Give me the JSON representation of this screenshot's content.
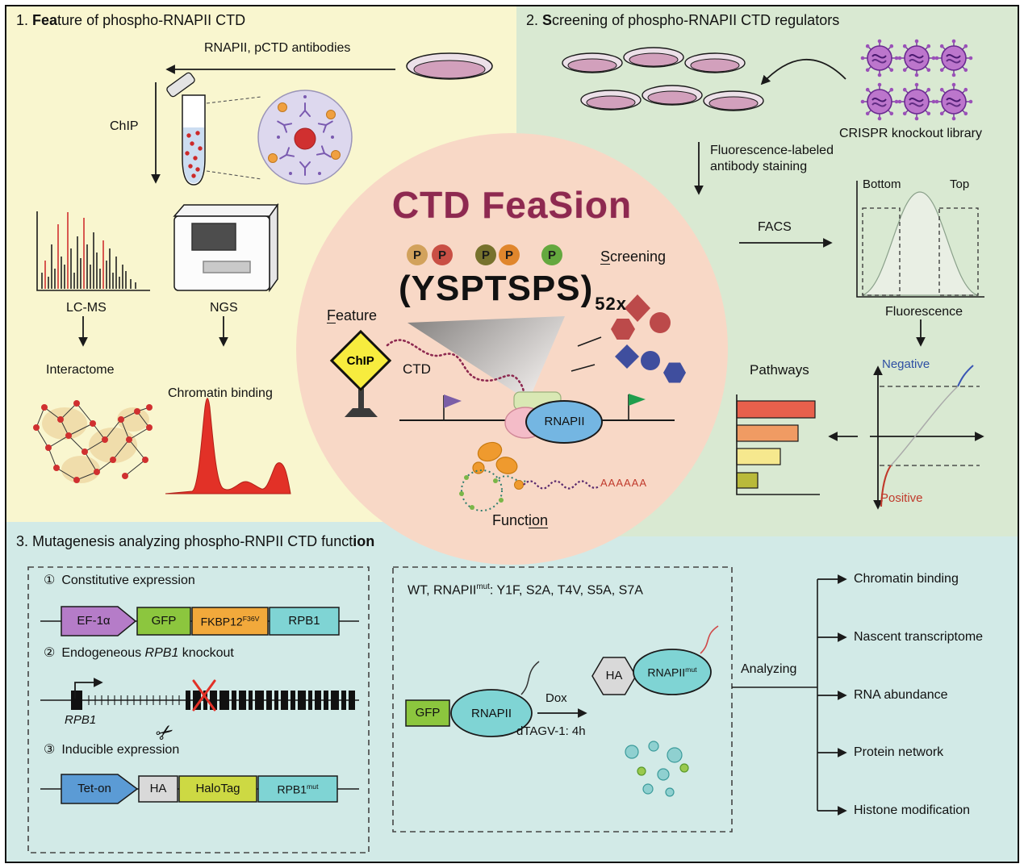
{
  "palette": {
    "panel_feature_bg": "#f9f6cf",
    "panel_screening_bg": "#d9e9d2",
    "panel_mutagenesis_bg": "#d2eae7",
    "center_circle_bg": "#f8d8c6",
    "feasion_maroon": "#8e2950",
    "signal_red": "#e23127",
    "negative_blue": "#2e4fa3",
    "positive_red": "#c0392b",
    "rnapii_blue": "#74b6e2",
    "construct_cyan": "#7fd4d4",
    "gfp_green": "#8cc63e",
    "chip_sign_yellow": "#f7ec3e"
  },
  "icons": {
    "scissors": "✂"
  },
  "section1": {
    "title": {
      "pre": "1. ",
      "bold": "Fea",
      "post": "ture of phospho-RNAPII CTD"
    },
    "antibodies_label": "RNAPII, pCTD antibodies",
    "chip_label": "ChIP",
    "lcms_label": "LC-MS",
    "ngs_label": "NGS",
    "interactome_label": "Interactome",
    "chromatin_label": "Chromatin binding"
  },
  "section2": {
    "title": {
      "pre": "2. ",
      "bold": "S",
      "post": "creening of phospho-RNAPII CTD regulators"
    },
    "crispr_label": "CRISPR knockout library",
    "staining_label_line1": "Fluorescence-labeled",
    "staining_label_line2": "antibody staining",
    "facs_label": "FACS",
    "gate_bottom": "Bottom",
    "gate_top": "Top",
    "fluorescence_label": "Fluorescence",
    "negative_label": "Negative",
    "positive_label": "Positive",
    "pathways_label": "Pathways"
  },
  "center": {
    "title": "CTD FeaSion",
    "phospho_label": "P",
    "heptad": "(YSPTSPS)",
    "heptad_repeat": "52x",
    "screening": {
      "u": "S",
      "rest": "creening"
    },
    "feature": {
      "u": "F",
      "rest": "eature"
    },
    "function": {
      "pre": "Funct",
      "u": "ion"
    },
    "chip_sign": "ChIP",
    "ctd_label": "CTD",
    "rnapii_label": "RNAPII",
    "polya": "AAAAAA"
  },
  "section3": {
    "title": {
      "pre": "3. Mutagenesis analyzing phospho-RNPII CTD funct",
      "bold": "ion"
    },
    "construct1": {
      "num": "①",
      "label": "Constitutive expression",
      "promoter": "EF-1α",
      "gfp": "GFP",
      "fkbp": {
        "base": "FKBP12",
        "sup": "F36V"
      },
      "rpb1": "RPB1"
    },
    "construct2": {
      "num": "②",
      "label_pre": "Endogeneous ",
      "label_gene": "RPB1",
      "label_post": " knockout",
      "gene_name": "RPB1"
    },
    "construct3": {
      "num": "③",
      "label": "Inducible expression",
      "promoter": "Tet-on",
      "ha": "HA",
      "halotag": "HaloTag",
      "rpb1mut": {
        "base": "RPB1",
        "sup": "mut"
      }
    },
    "assay": {
      "header": {
        "pre": "WT, RNAPII",
        "sup": "mut",
        "post": ": Y1F, S2A, T4V, S5A, S7A"
      },
      "gfp": "GFP",
      "rnapii": "RNAPII",
      "dox": "Dox",
      "dtag": "dTAGV-1: 4h",
      "ha": "HA",
      "rnapii_mut": {
        "base": "RNAPII",
        "sup": "mut"
      }
    },
    "analyzing_label": "Analyzing",
    "outputs": [
      "Chromatin binding",
      "Nascent transcriptome",
      "RNA abundance",
      "Protein network",
      "Histone modification"
    ]
  }
}
